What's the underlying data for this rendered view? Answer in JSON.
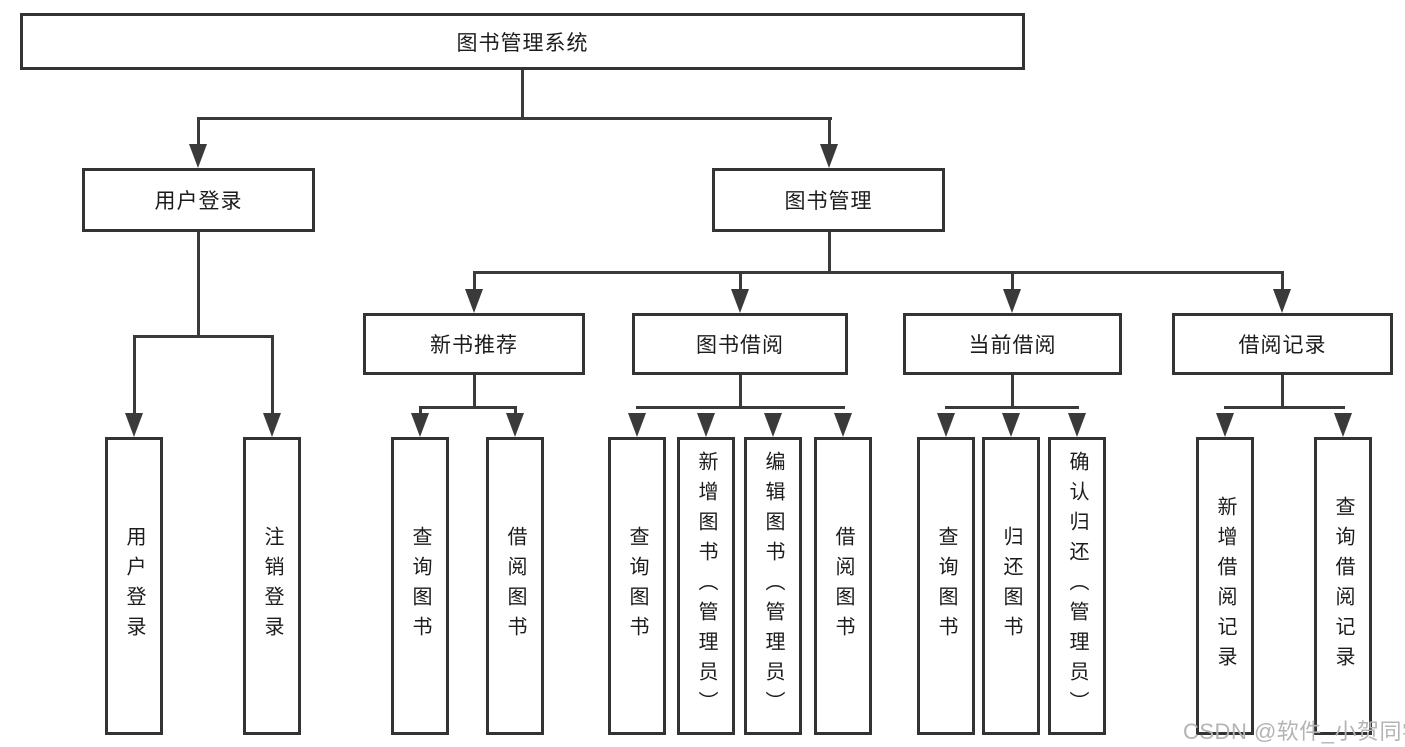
{
  "diagram_type": "hierarchy-tree",
  "colors": {
    "line": "#3a3a3a",
    "box_border": "#333333",
    "text": "#1c1c1c",
    "watermark": "#b4b4b4",
    "background": "#ffffff"
  },
  "watermark": "CSDN @软件_小贺同学",
  "tree": {
    "root": {
      "label": "图书管理系统",
      "children": [
        {
          "label": "用户登录",
          "children": [
            {
              "label": "用户登录"
            },
            {
              "label": "注销登录"
            }
          ]
        },
        {
          "label": "图书管理",
          "children": [
            {
              "label": "新书推荐",
              "children": [
                {
                  "label": "查询图书"
                },
                {
                  "label": "借阅图书"
                }
              ]
            },
            {
              "label": "图书借阅",
              "children": [
                {
                  "label": "查询图书"
                },
                {
                  "label": "新增图书（管理员）"
                },
                {
                  "label": "编辑图书（管理员）"
                },
                {
                  "label": "借阅图书"
                }
              ]
            },
            {
              "label": "当前借阅",
              "children": [
                {
                  "label": "查询图书"
                },
                {
                  "label": "归还图书"
                },
                {
                  "label": "确认归还（管理员）"
                }
              ]
            },
            {
              "label": "借阅记录",
              "children": [
                {
                  "label": "新增借阅记录"
                },
                {
                  "label": "查询借阅记录"
                }
              ]
            }
          ]
        }
      ]
    }
  }
}
